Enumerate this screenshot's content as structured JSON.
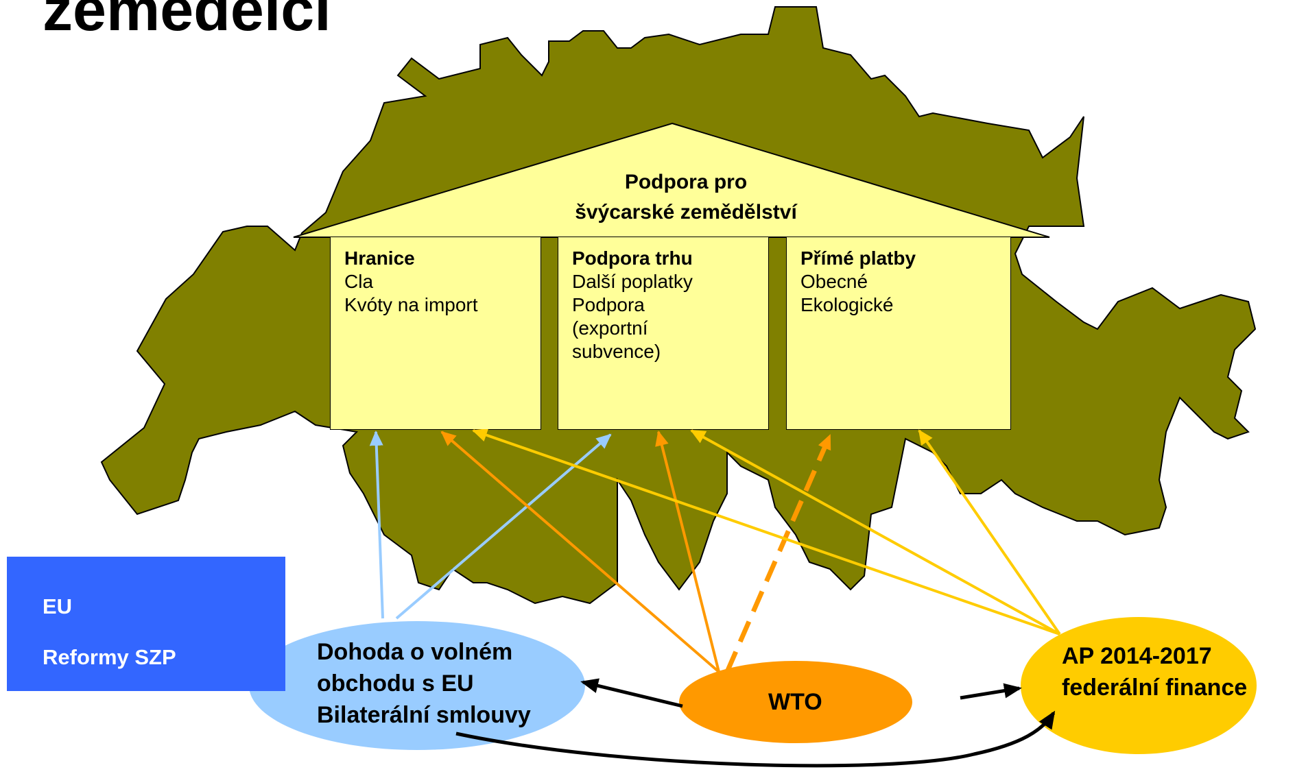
{
  "title": "zemědělci",
  "roof": {
    "line1": "Podpora pro",
    "line2": "švýcarské zemědělství"
  },
  "pillars": [
    {
      "title": "Hranice",
      "lines": [
        "Cla",
        "Kvóty na import"
      ]
    },
    {
      "title": "Podpora trhu",
      "lines": [
        "Další poplatky",
        "Podpora",
        "(exportní",
        "subvence)"
      ]
    },
    {
      "title": "Přímé platby",
      "lines": [
        "Obecné",
        "Ekologické"
      ]
    }
  ],
  "eu_box": {
    "line1": "EU",
    "line2": "Reformy SZP"
  },
  "nodes": {
    "bilateral": {
      "line1": "Dohoda o volném",
      "line2": "obchodu s EU",
      "line3": "Bilaterální smlouvy"
    },
    "wto": {
      "label": "WTO"
    },
    "ap": {
      "line1": "AP 2014-2017",
      "line2": "federální finance"
    }
  },
  "colors": {
    "map_fill": "#808000",
    "pillar_fill": "#ffff99",
    "eu_box": "#3366ff",
    "bilateral": "#99ccff",
    "wto": "#ff9900",
    "ap": "#ffcc00",
    "arrow_blue": "#99ccff",
    "arrow_orange": "#ff9900",
    "arrow_yellow": "#ffcc00"
  }
}
